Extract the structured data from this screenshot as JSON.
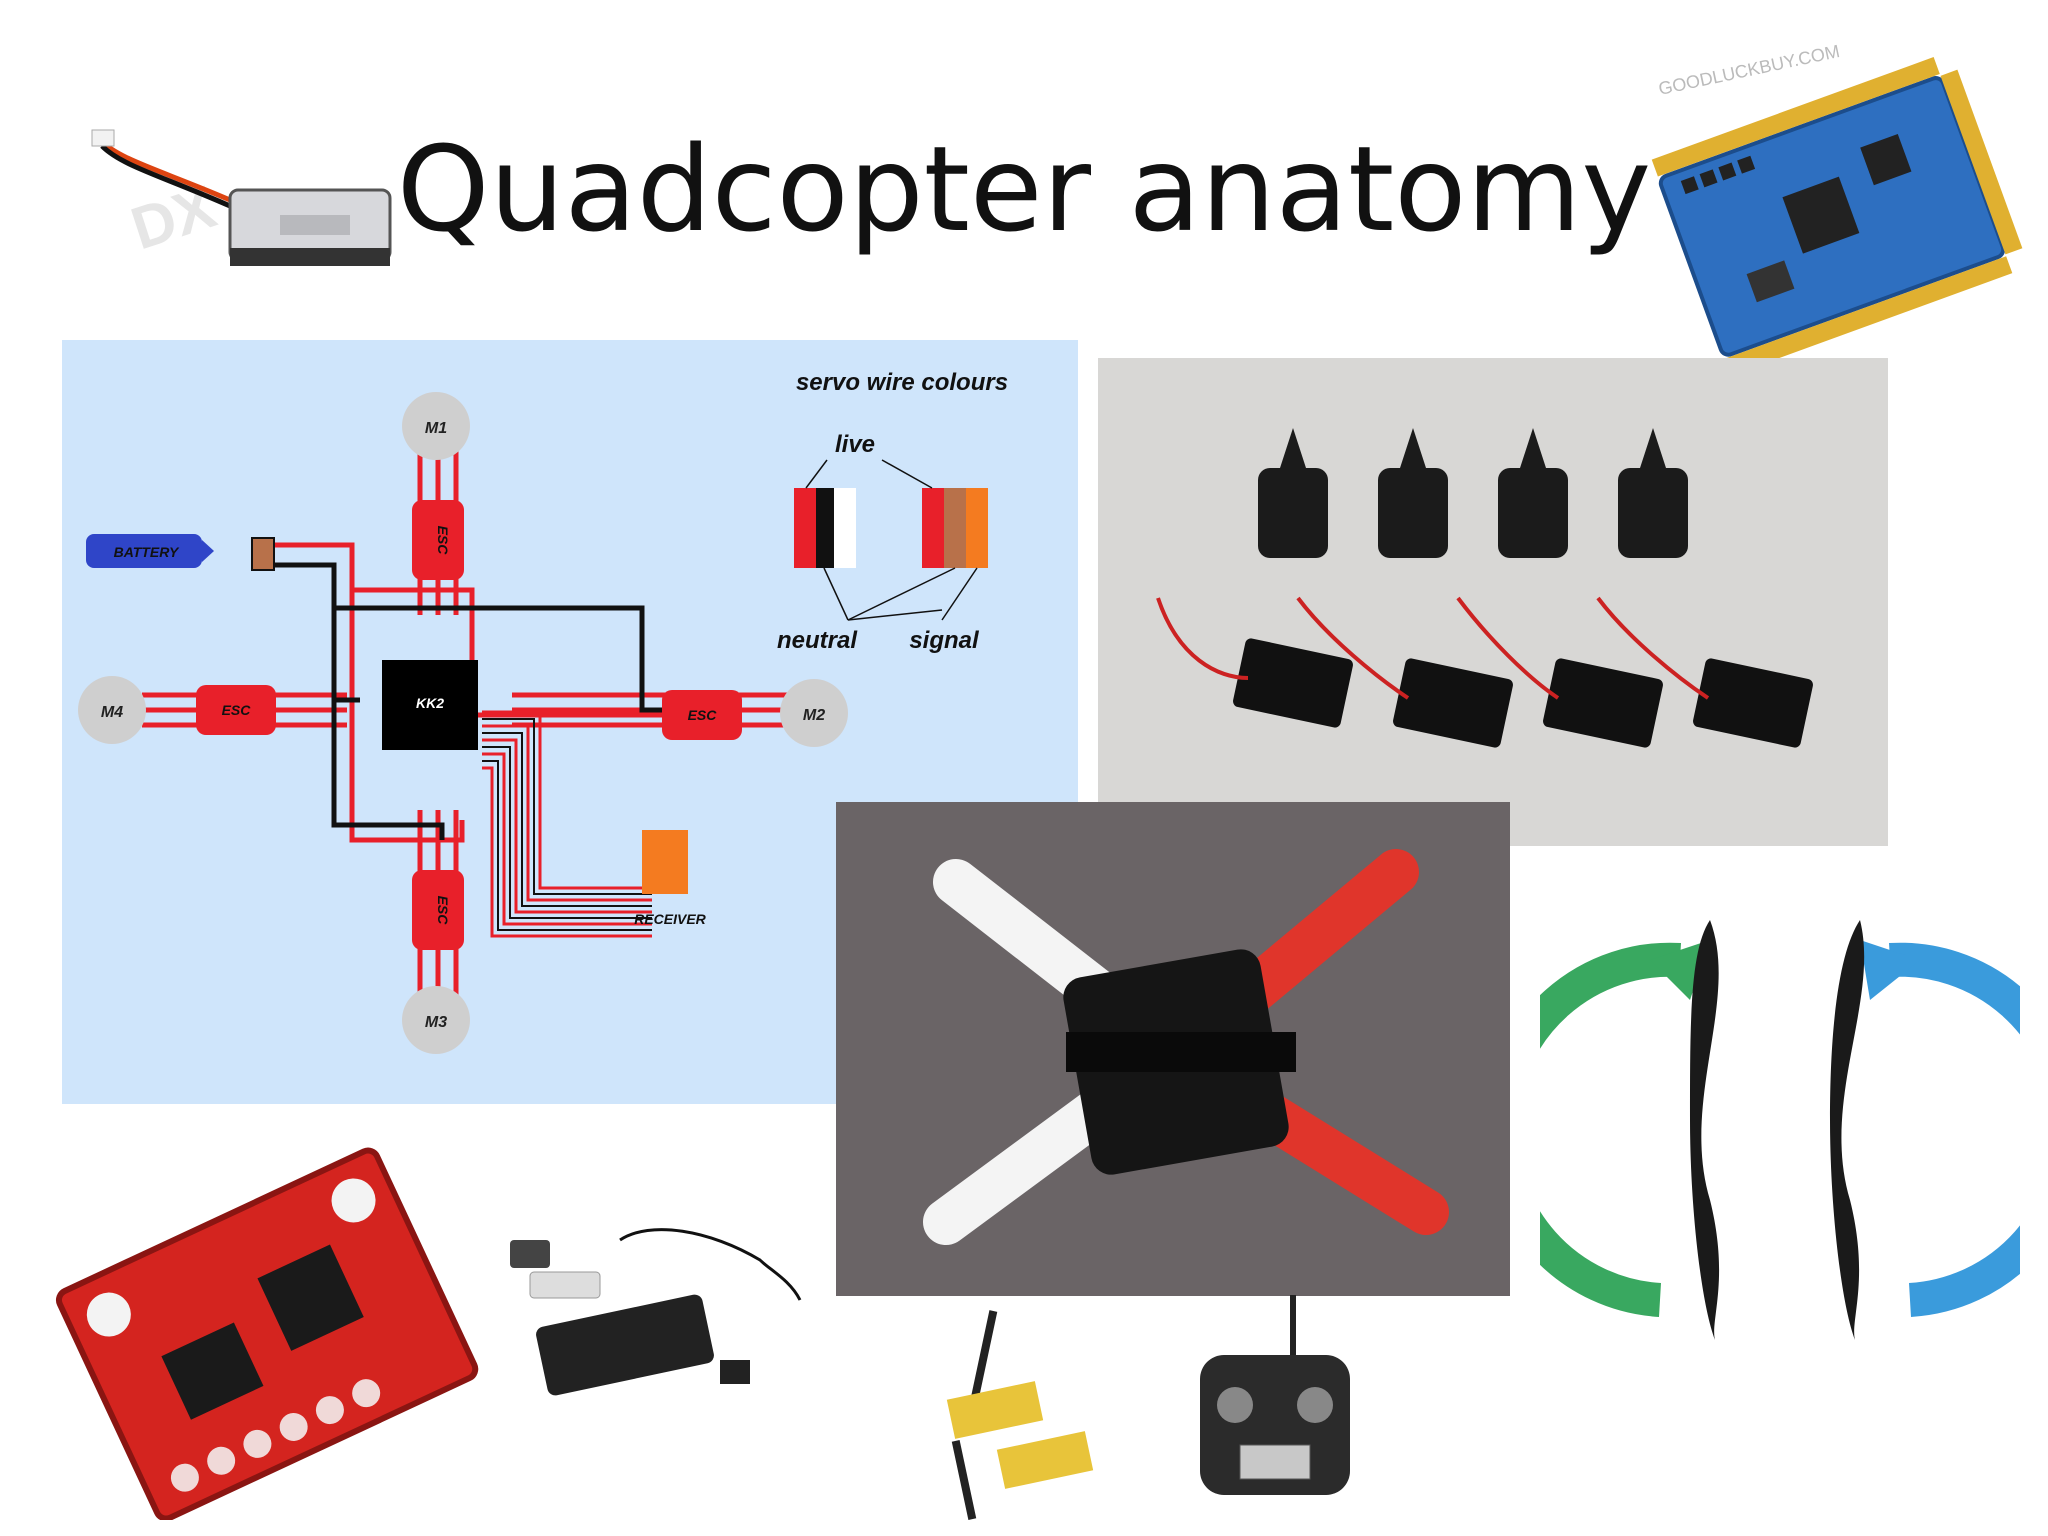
{
  "title": "Quadcopter anatomy",
  "diagram": {
    "legend_title": "servo wire colours",
    "legend_live": "live",
    "legend_neutral": "neutral",
    "legend_signal": "signal",
    "motor_m1": "M1",
    "motor_m2": "M2",
    "motor_m3": "M3",
    "motor_m4": "M4",
    "esc_label": "ESC",
    "battery_label": "BATTERY",
    "controller_label": "KK2",
    "receiver_label": "RECEIVER",
    "colors": {
      "background": "#cfe5fb",
      "wire_red": "#e8202a",
      "wire_black": "#111111",
      "receiver": "#f47b20",
      "battery": "#2f45c8",
      "motor": "#cfcfcf"
    }
  },
  "photos": {
    "battery_watermark": "DX",
    "flight_controller_watermark": "GOODLUCKBUY.COM"
  }
}
